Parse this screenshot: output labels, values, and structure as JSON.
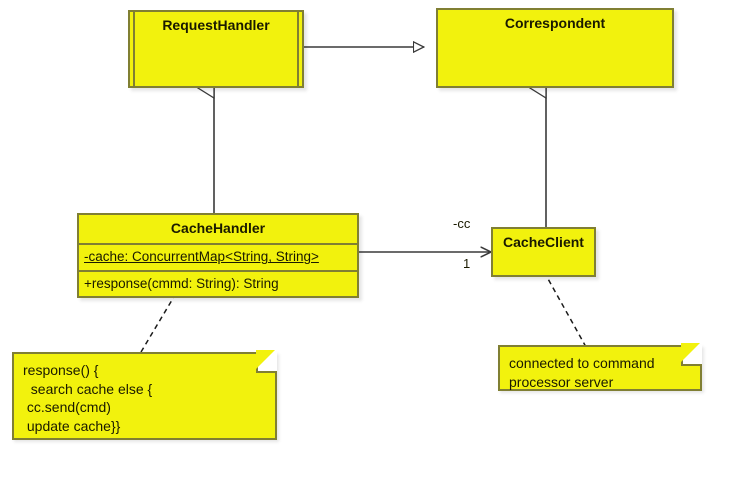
{
  "diagram": {
    "title": "UML class diagram",
    "colors": {
      "node_fill": "#f2f20d",
      "node_border": "#807f33",
      "edge_stroke": "#3a3a3a",
      "background": "#ffffff",
      "text": "#1a1a00"
    }
  },
  "classes": {
    "request_handler": {
      "name": "RequestHandler"
    },
    "correspondent": {
      "name": "Correspondent"
    },
    "cache_handler": {
      "name": "CacheHandler",
      "attributes": [
        "-cache: ConcurrentMap<String, String>"
      ],
      "operations": [
        "+response(cmmd: String): String"
      ]
    },
    "cache_client": {
      "name": "CacheClient"
    }
  },
  "notes": {
    "response_note": {
      "lines": [
        "response() {",
        "  search cache else {",
        " cc.send(cmd)",
        " update cache}}"
      ]
    },
    "client_note": {
      "lines": [
        "connected to command",
        "processor server"
      ]
    }
  },
  "edges": {
    "request_handler_realizes_correspondent": {
      "kind": "realization",
      "from": "RequestHandler",
      "to": "Correspondent",
      "arrowhead": "hollow-triangle"
    },
    "cache_handler_extends_request_handler": {
      "kind": "generalization",
      "from": "CacheHandler",
      "to": "RequestHandler",
      "arrowhead": "hollow-triangle"
    },
    "cache_client_extends_correspondent": {
      "kind": "generalization",
      "from": "CacheClient",
      "to": "Correspondent",
      "arrowhead": "hollow-triangle"
    },
    "cache_handler_assoc_cache_client": {
      "kind": "association",
      "from": "CacheHandler",
      "to": "CacheClient",
      "arrowhead": "open-arrow",
      "role_label": "-cc",
      "multiplicity": "1"
    },
    "note_link_response": {
      "kind": "note-anchor",
      "from": "response note",
      "to": "CacheHandler",
      "style": "dashed"
    },
    "note_link_client": {
      "kind": "note-anchor",
      "from": "client note",
      "to": "CacheClient",
      "style": "dashed"
    }
  }
}
